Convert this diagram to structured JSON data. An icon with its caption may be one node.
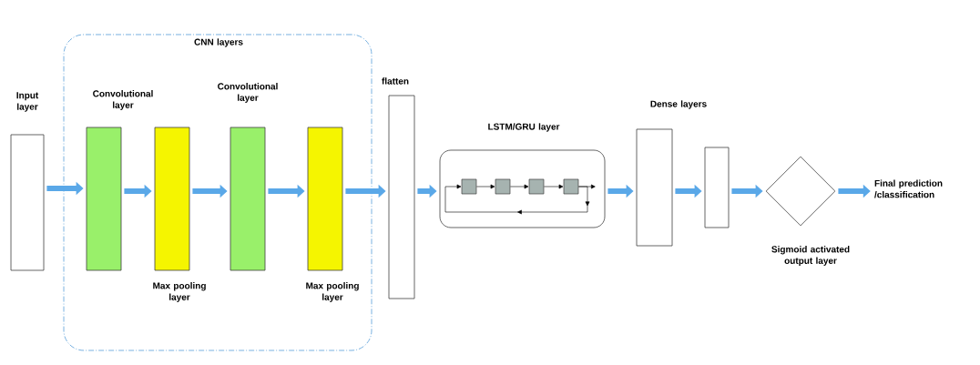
{
  "diagram": {
    "nodes": [
      {
        "text": [
          "CNN layers"
        ]
      },
      {
        "text": [
          "Input layer"
        ]
      },
      {
        "text": [
          "Convolutional layer"
        ],
        "in": 0
      },
      {
        "text": [
          "Max pooling layer"
        ],
        "in": 0
      },
      {
        "text": [
          "Convolutional layer"
        ],
        "in": 0
      },
      {
        "text": [
          "Max pooling layer"
        ],
        "in": 0
      },
      {
        "text": [
          "flatten"
        ]
      },
      {
        "text": [
          "LSTM/GRU layer"
        ]
      },
      {
        "text": [],
        "shape": "box",
        "in": 7
      },
      {
        "text": [],
        "shape": "box",
        "in": 7
      },
      {
        "text": [],
        "shape": "box",
        "in": 7
      },
      {
        "text": [],
        "shape": "box",
        "in": 7
      },
      {
        "text": [
          "Dense layers"
        ]
      },
      {
        "text": [],
        "shape": "box"
      },
      {
        "text": [
          "Sigmoid activated output layer"
        ]
      },
      {
        "text": [
          "Final prediction /classification"
        ]
      }
    ],
    "edges": [
      {
        "from": 1,
        "to": 2,
        "arrow": "to"
      },
      {
        "from": 2,
        "to": 3,
        "arrow": "to"
      },
      {
        "from": 3,
        "to": 4,
        "arrow": "to"
      },
      {
        "from": 4,
        "to": 5,
        "arrow": "to"
      },
      {
        "from": 5,
        "to": 6,
        "arrow": "to"
      },
      {
        "from": 6,
        "to": 7,
        "arrow": "to"
      },
      {
        "from": 8,
        "to": 9,
        "arrow": "to",
        "color": "#000000"
      },
      {
        "from": 9,
        "to": 10,
        "arrow": "to",
        "color": "#000000"
      },
      {
        "from": 10,
        "to": 11,
        "arrow": "to",
        "color": "#000000"
      },
      {
        "from": 11,
        "to": 8,
        "arrow": "to",
        "color": "#000000"
      },
      {
        "from": 11,
        "to": null,
        "arrow": "to",
        "color": "#000000"
      },
      {
        "from": 7,
        "to": 12,
        "arrow": "to"
      },
      {
        "from": 12,
        "to": 13,
        "arrow": "to"
      },
      {
        "from": 13,
        "to": 14,
        "arrow": "to"
      },
      {
        "from": 14,
        "to": 15,
        "arrow": "to"
      }
    ]
  }
}
